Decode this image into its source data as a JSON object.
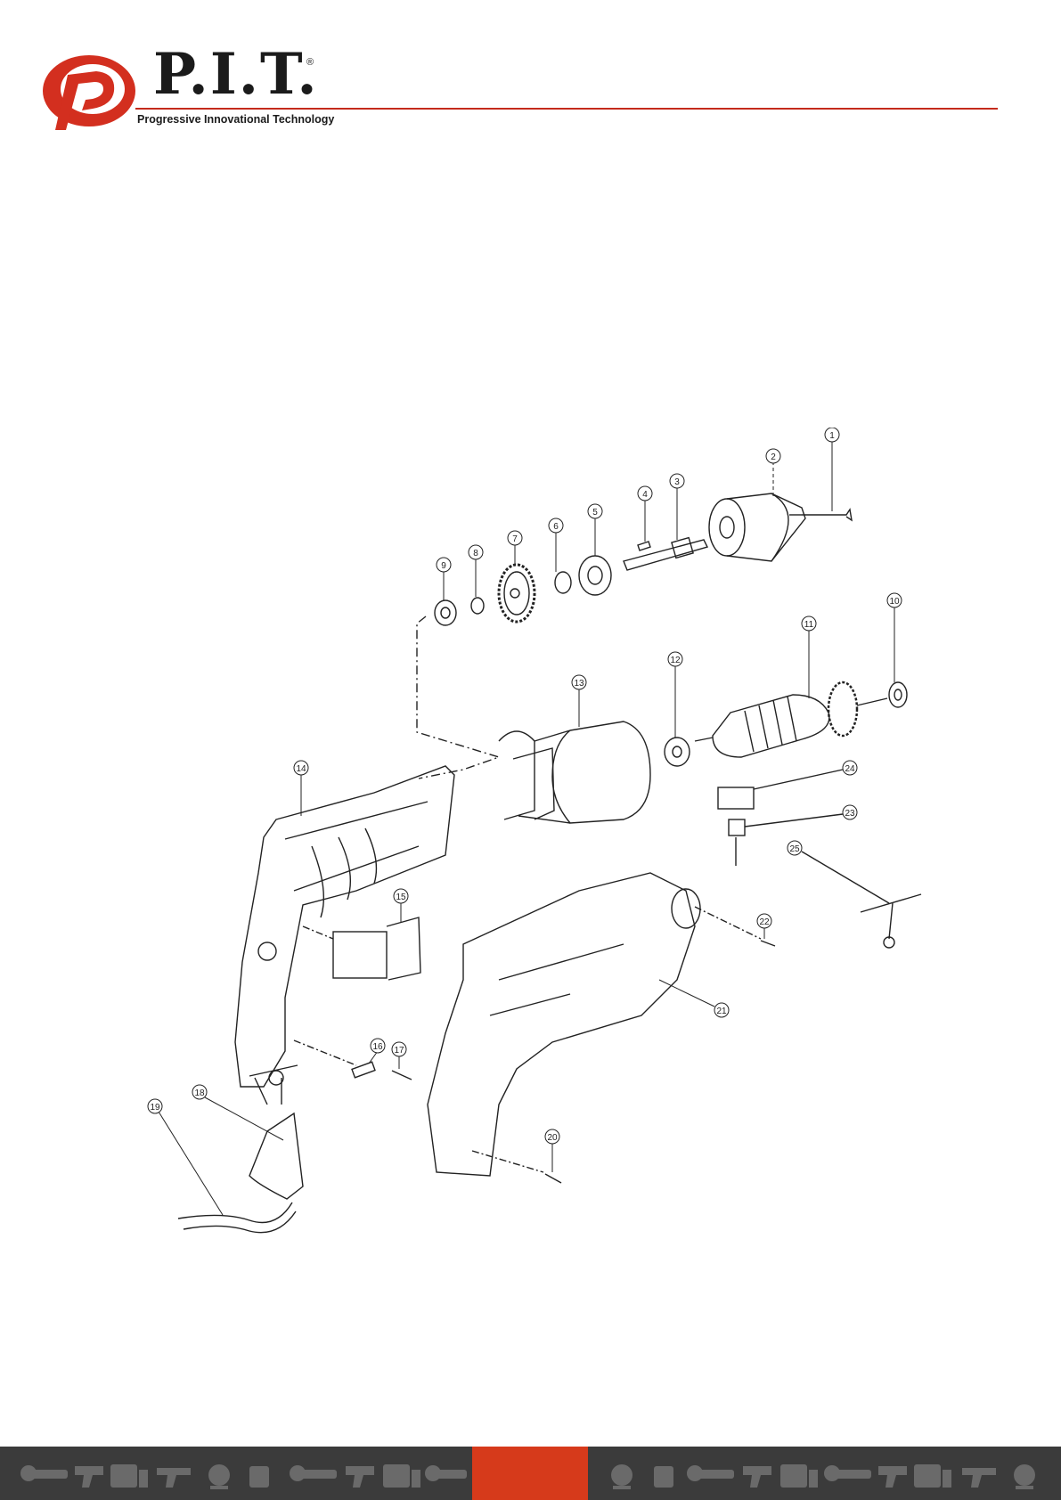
{
  "header": {
    "brand": "P.I.T.",
    "registered": "®",
    "tagline": "Progressive Innovational Technology",
    "accent_color": "#c42b1c"
  },
  "diagram": {
    "part_numbers": [
      "1",
      "2",
      "3",
      "4",
      "5",
      "6",
      "7",
      "8",
      "9",
      "10",
      "11",
      "12",
      "13",
      "14",
      "15",
      "16",
      "17",
      "18",
      "19",
      "20",
      "21",
      "22",
      "23",
      "24",
      "25"
    ]
  },
  "footer": {
    "background_color": "#3b3b3b",
    "highlight_color": "#d63a1b",
    "icons": [
      "angle-grinder-icon",
      "drill-icon",
      "generator-icon",
      "hammer-drill-icon",
      "concrete-mixer-icon",
      "tile-cutter-icon"
    ]
  }
}
